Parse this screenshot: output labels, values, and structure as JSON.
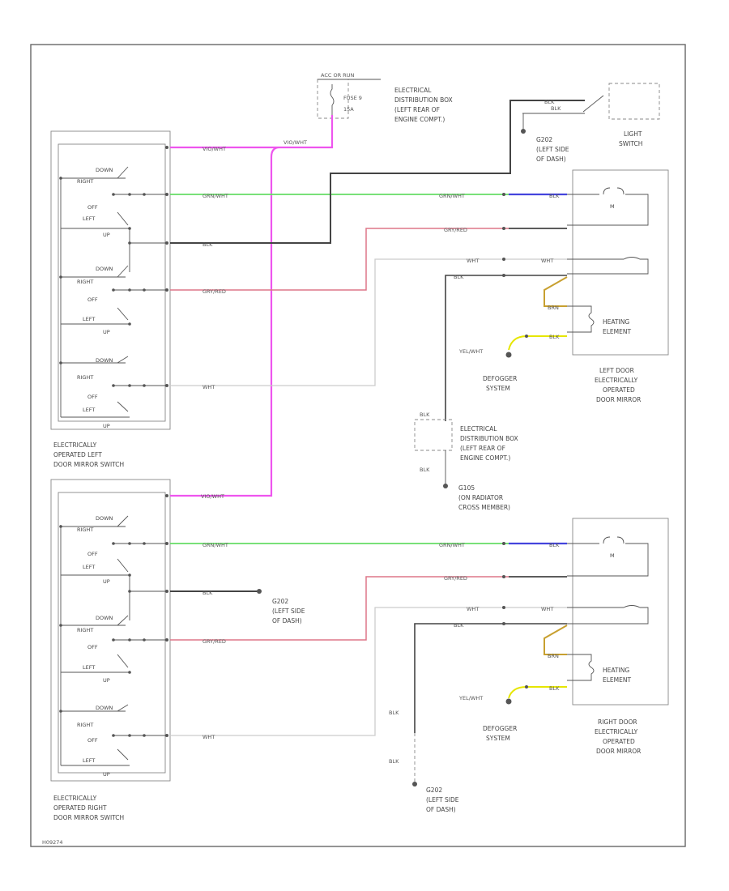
{
  "diagram_id": "H09274",
  "labels": {
    "acc_power": "ACC OR RUN",
    "fuse": "FUSE 9",
    "fuse_rating": "15A",
    "ed_box_1": [
      "ELECTRICAL",
      "DISTRIBUTION BOX",
      "(LEFT REAR OF",
      "ENGINE COMPT.)"
    ],
    "light_switch": [
      "LIGHT",
      "SWITCH"
    ],
    "g202_top": [
      "G202",
      "(LEFT SIDE",
      "OF DASH)"
    ],
    "left_switch": [
      "ELECTRICALLY",
      "OPERATED LEFT",
      "DOOR MIRROR SWITCH"
    ],
    "right_switch": [
      "ELECTRICALLY",
      "OPERATED RIGHT",
      "DOOR MIRROR SWITCH"
    ],
    "left_mirror": [
      "LEFT DOOR",
      "ELECTRICALLY",
      "OPERATED",
      "DOOR MIRROR"
    ],
    "right_mirror": [
      "RIGHT DOOR",
      "ELECTRICALLY",
      "OPERATED",
      "DOOR MIRROR"
    ],
    "heating_element": [
      "HEATING",
      "ELEMENT"
    ],
    "defogger": [
      "DEFOGGER",
      "SYSTEM"
    ],
    "ed_box_2": [
      "ELECTRICAL",
      "DISTRIBUTION BOX",
      "(LEFT REAR OF",
      "ENGINE COMPT.)"
    ],
    "g105": [
      "G105",
      "(ON RADIATOR",
      "CROSS MEMBER)"
    ],
    "g202_mid": [
      "G202",
      "(LEFT SIDE",
      "OF DASH)"
    ],
    "g202_bot": [
      "G202",
      "(LEFT SIDE",
      "OF DASH)"
    ]
  },
  "switch_positions": {
    "upper_block": [
      "DOWN",
      "RIGHT",
      "OFF",
      "LEFT",
      "UP"
    ],
    "lower_block": [
      "DOWN",
      "RIGHT",
      "OFF",
      "LEFT",
      "UP"
    ],
    "bottom_block": [
      "DOWN",
      "RIGHT",
      "OFF",
      "LEFT",
      "UP"
    ]
  },
  "wire_colors": {
    "vio_wht": "VIO/WHT",
    "grn_wht": "GRN/WHT",
    "blk": "BLK",
    "gry_red": "GRY/RED",
    "wht": "WHT",
    "yel_wht": "YEL/WHT",
    "brn": "BRN"
  },
  "colors": {
    "violet": "#ee55ee",
    "green": "#66dd66",
    "blue": "#4444dd",
    "red": "#dd7788",
    "white_wire": "#cccccc",
    "black_wire": "#444444",
    "yellow": "#e6e600",
    "brown": "#c8a030"
  }
}
